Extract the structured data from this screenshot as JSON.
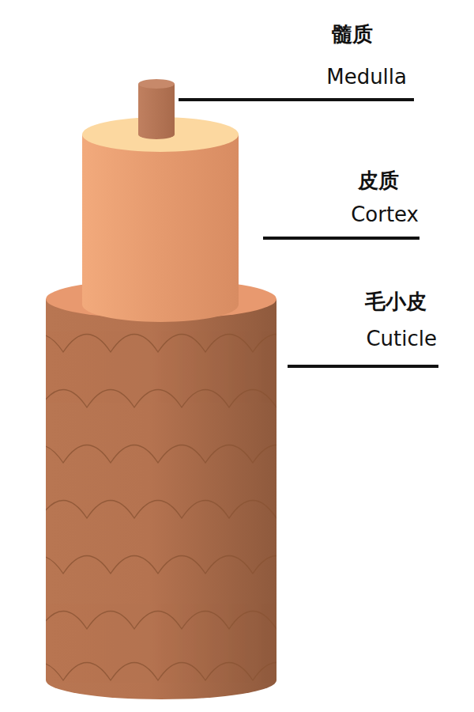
{
  "diagram": {
    "labels": [
      "髓质",
      "Medulla",
      "皮质",
      "Cortex",
      "毛小皮",
      "Cuticle"
    ]
  }
}
